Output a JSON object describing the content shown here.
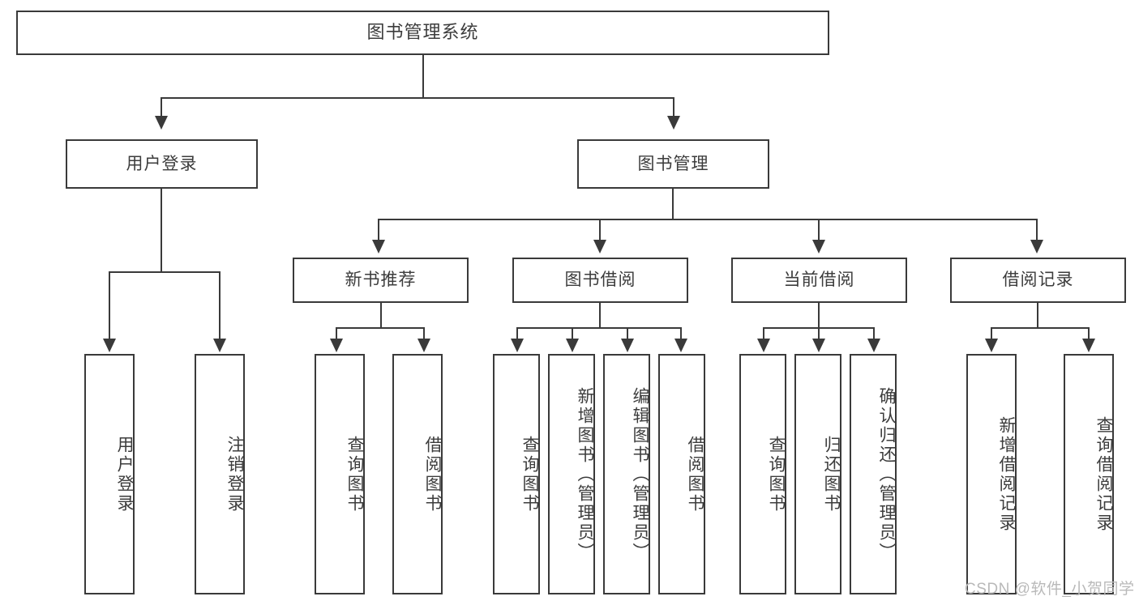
{
  "diagram": {
    "title": "图书管理系统",
    "type": "tree",
    "root": {
      "label": "图书管理系统"
    },
    "level1": [
      {
        "id": "user-login",
        "label": "用户登录"
      },
      {
        "id": "book-management",
        "label": "图书管理"
      }
    ],
    "level2": [
      {
        "id": "new-book-recommend",
        "label": "新书推荐"
      },
      {
        "id": "book-borrow",
        "label": "图书借阅"
      },
      {
        "id": "current-borrow",
        "label": "当前借阅"
      },
      {
        "id": "borrow-record",
        "label": "借阅记录"
      }
    ],
    "leaves": {
      "user_login": [
        {
          "id": "leaf-user-login",
          "label": "用户登录"
        },
        {
          "id": "leaf-logout",
          "label": "注销登录"
        }
      ],
      "new_book_recommend": [
        {
          "id": "leaf-query-book-1",
          "label": "查询图书"
        },
        {
          "id": "leaf-borrow-book-1",
          "label": "借阅图书"
        }
      ],
      "book_borrow": [
        {
          "id": "leaf-query-book-2",
          "label": "查询图书"
        },
        {
          "id": "leaf-add-book",
          "label": "新增图书（管理员）"
        },
        {
          "id": "leaf-edit-book",
          "label": "编辑图书（管理员）"
        },
        {
          "id": "leaf-borrow-book-2",
          "label": "借阅图书"
        }
      ],
      "current_borrow": [
        {
          "id": "leaf-query-book-3",
          "label": "查询图书"
        },
        {
          "id": "leaf-return-book",
          "label": "归还图书"
        },
        {
          "id": "leaf-confirm-return",
          "label": "确认归还（管理员）"
        }
      ],
      "borrow_record": [
        {
          "id": "leaf-add-record",
          "label": "新增借阅记录"
        },
        {
          "id": "leaf-query-record",
          "label": "查询借阅记录"
        }
      ]
    }
  },
  "watermark": {
    "text": "CSDN @软件_小贺同学"
  },
  "colors": {
    "stroke": "#3a3a3a",
    "text": "#3c3c3c",
    "background": "#ffffff",
    "watermark": "#b9b9b9"
  }
}
